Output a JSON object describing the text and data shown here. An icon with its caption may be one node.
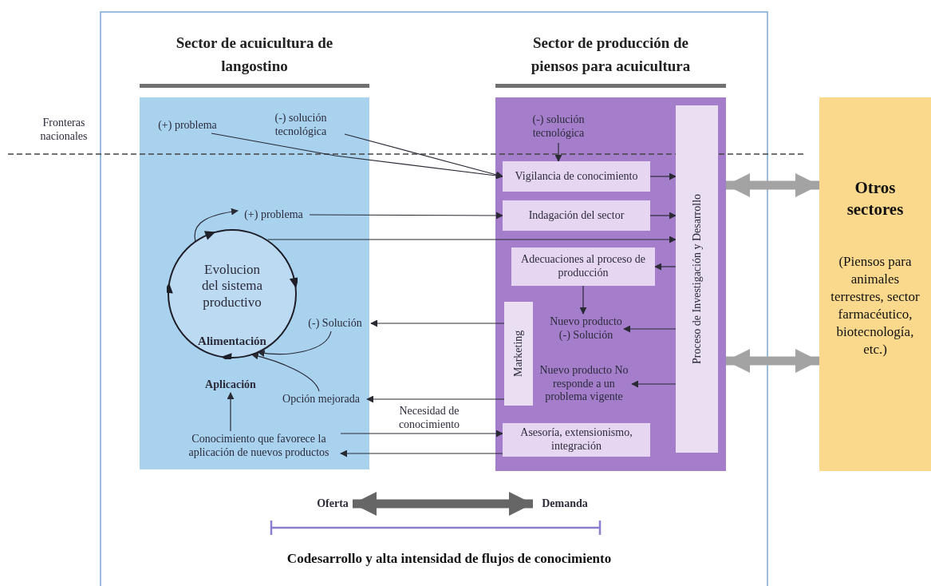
{
  "diagram": {
    "nodes": [
      {
        "text": [
          "Sector de acuicultura de langostino"
        ]
      },
      {
        "text": [
          "(+) problema"
        ],
        "in": 0
      },
      {
        "text": [
          "(-) solución tecnológica"
        ],
        "in": 0
      },
      {
        "text": [
          "(+) problema"
        ],
        "in": 0
      },
      {
        "text": [
          "Evolucion del sistema productivo",
          "Alimentación"
        ],
        "in": 0
      },
      {
        "text": [
          "(-) Solución"
        ],
        "in": 0
      },
      {
        "text": [
          "Aplicación"
        ],
        "in": 0
      },
      {
        "text": [
          "Opción mejorada"
        ],
        "in": 0
      },
      {
        "text": [
          "Conocimiento que favorece la aplicación de nuevos productos"
        ],
        "in": 0
      },
      {
        "text": [
          "Sector de producción de piensos para acuicultura"
        ]
      },
      {
        "text": [
          "(-) solución tecnológica"
        ],
        "in": 9
      },
      {
        "text": [
          "Vigilancia de conocimiento"
        ],
        "in": 9
      },
      {
        "text": [
          "Indagación del sector"
        ],
        "in": 9
      },
      {
        "text": [
          "Adecuaciones al proceso de producción"
        ],
        "in": 9
      },
      {
        "text": [
          "Marketing"
        ],
        "in": 9
      },
      {
        "text": [
          "Nuevo producto (-) Solución"
        ],
        "in": 9
      },
      {
        "text": [
          "Nuevo producto No responde a un problema vigente"
        ],
        "in": 9
      },
      {
        "text": [
          "Asesoría, extensionismo, integración"
        ],
        "in": 9
      },
      {
        "text": [
          "Proceso de Investigación y Desarrollo"
        ],
        "in": 9
      },
      {
        "text": [
          "Otros sectores",
          "(Piensos para animales terrestres, sector farmacéutico, biotecnología, etc.)"
        ]
      },
      {
        "text": [
          "Oferta"
        ]
      },
      {
        "text": [
          "Demanda"
        ]
      }
    ],
    "edges": [
      {
        "from": 1,
        "to": 11,
        "arrow": "to"
      },
      {
        "from": 2,
        "to": 11,
        "arrow": "to"
      },
      {
        "from": 10,
        "to": 11,
        "arrow": "to"
      },
      {
        "from": 11,
        "to": 18,
        "arrow": "to"
      },
      {
        "from": 3,
        "to": 12,
        "arrow": "to"
      },
      {
        "from": 12,
        "to": 18,
        "arrow": "to"
      },
      {
        "from": 4,
        "to": 18,
        "arrow": "to"
      },
      {
        "from": 18,
        "to": 13,
        "arrow": "to"
      },
      {
        "from": 13,
        "to": 15,
        "arrow": "to"
      },
      {
        "from": 18,
        "to": 15,
        "arrow": "to"
      },
      {
        "from": 18,
        "to": 16,
        "arrow": "to"
      },
      {
        "from": 14,
        "to": 5,
        "arrow": "to"
      },
      {
        "from": 14,
        "to": 7,
        "arrow": "to"
      },
      {
        "from": 5,
        "to": 4,
        "arrow": "to"
      },
      {
        "from": 7,
        "to": 4,
        "arrow": "to"
      },
      {
        "from": 8,
        "to": 6,
        "arrow": "to"
      },
      {
        "from": 8,
        "to": 17,
        "arrow": "to",
        "label": "Necesidad de conocimiento"
      },
      {
        "from": 17,
        "to": 8,
        "arrow": "to"
      },
      {
        "from": 4,
        "to": 3,
        "arrow": "to"
      },
      {
        "from": 9,
        "to": 19,
        "arrow": "both",
        "style": "thick",
        "color": "#a3a3a3"
      },
      {
        "from": 9,
        "to": 19,
        "arrow": "both",
        "style": "thick",
        "color": "#a3a3a3"
      },
      {
        "from": 20,
        "to": 21,
        "arrow": "both",
        "style": "thick",
        "color": "#666666"
      }
    ],
    "labels": [
      "Fronteras nacionales",
      "Codesarrollo y alta intensidad de flujos de conocimiento"
    ]
  }
}
